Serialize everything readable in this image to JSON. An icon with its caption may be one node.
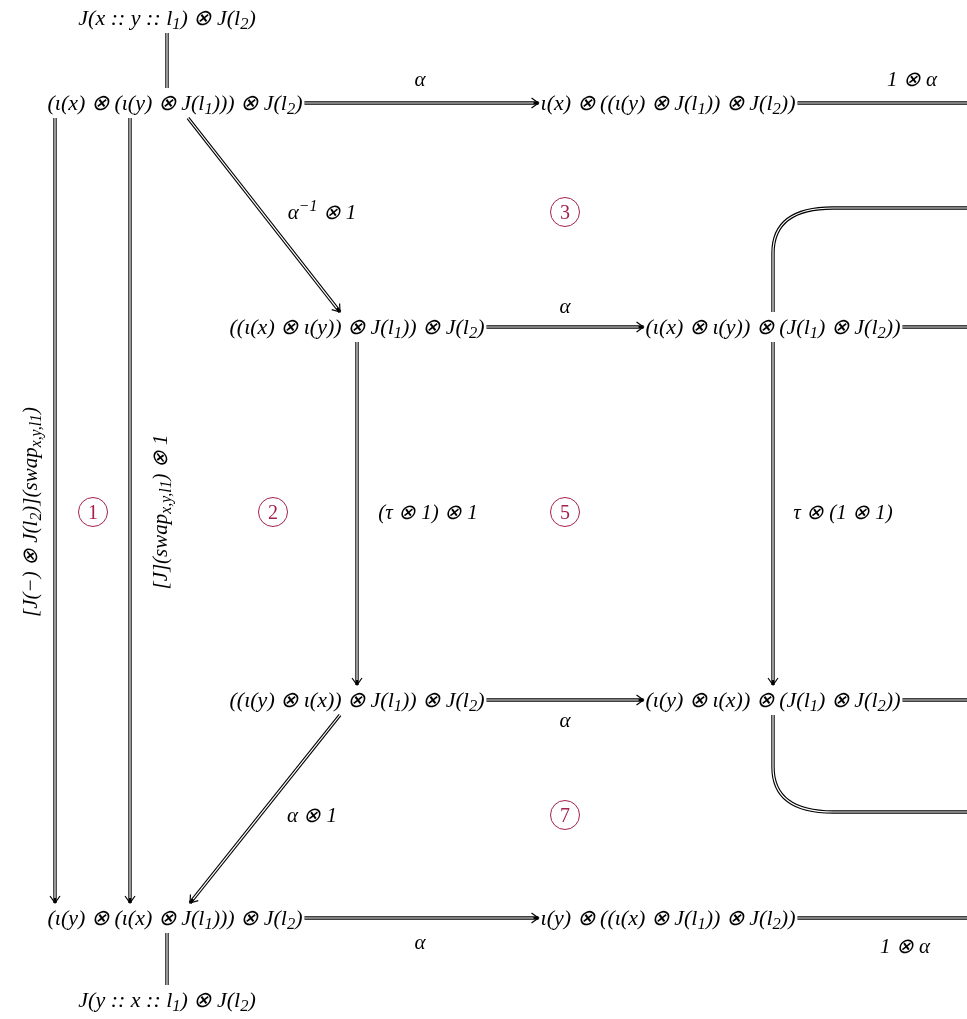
{
  "diagram": {
    "nodes": [
      {
        "text": [
          "J(x :: y :: l$_{1}$) ⊗ J(l$_{2}$)"
        ]
      },
      {
        "text": [
          "(ι(x) ⊗ (ι(y) ⊗ J(l$_{1}$))) ⊗ J(l$_{2}$)"
        ]
      },
      {
        "text": [
          "ι(x) ⊗ ((ι(y) ⊗ J(l$_{1}$)) ⊗ J(l$_{2}$))"
        ]
      },
      {
        "text": [
          "((ι(x) ⊗ ι(y)) ⊗ J(l$_{1}$)) ⊗ J(l$_{2}$)"
        ]
      },
      {
        "text": [
          "(ι(x) ⊗ ι(y)) ⊗ (J(l$_{1}$) ⊗ J(l$_{2}$))"
        ]
      },
      {
        "text": [
          "((ι(y) ⊗ ι(x)) ⊗ J(l$_{1}$)) ⊗ J(l$_{2}$)"
        ]
      },
      {
        "text": [
          "(ι(y) ⊗ ι(x)) ⊗ (J(l$_{1}$) ⊗ J(l$_{2}$))"
        ]
      },
      {
        "text": [
          "(ι(y) ⊗ (ι(x) ⊗ J(l$_{1}$))) ⊗ J(l$_{2}$)"
        ]
      },
      {
        "text": [
          "ι(y) ⊗ ((ι(x) ⊗ J(l$_{1}$)) ⊗ J(l$_{2}$))"
        ]
      },
      {
        "text": [
          "J(y :: x :: l$_{1}$) ⊗ J(l$_{2}$)"
        ]
      }
    ],
    "edges": [
      {
        "from": 0,
        "to": 1,
        "arrow": "none"
      },
      {
        "from": 1,
        "to": 2,
        "arrow": "to",
        "label": "α"
      },
      {
        "from": 2,
        "to": null,
        "arrow": "none",
        "label": "1 ⊗ α"
      },
      {
        "from": 1,
        "to": 3,
        "arrow": "to",
        "label": "α$^{−1}$ ⊗ 1"
      },
      {
        "from": 1,
        "to": 7,
        "arrow": "to",
        "label": "[J(−) ⊗ J(l$_{2}$)](swap$_{x,y,l1}$)"
      },
      {
        "from": 1,
        "to": 7,
        "arrow": "to",
        "label": "[J](swap$_{x,y,l1}$) ⊗ 1"
      },
      {
        "from": 3,
        "to": 4,
        "arrow": "to",
        "label": "α"
      },
      {
        "from": 4,
        "to": null,
        "arrow": "none"
      },
      {
        "from": 4,
        "to": null,
        "arrow": "none"
      },
      {
        "from": 3,
        "to": 5,
        "arrow": "to",
        "label": "(τ ⊗ 1) ⊗ 1"
      },
      {
        "from": 4,
        "to": 6,
        "arrow": "to",
        "label": "τ ⊗ (1 ⊗ 1)"
      },
      {
        "from": 5,
        "to": 6,
        "arrow": "to",
        "label": "α"
      },
      {
        "from": 6,
        "to": null,
        "arrow": "none"
      },
      {
        "from": 6,
        "to": null,
        "arrow": "none"
      },
      {
        "from": 5,
        "to": 7,
        "arrow": "to",
        "label": "α ⊗ 1"
      },
      {
        "from": 7,
        "to": 8,
        "arrow": "to",
        "label": "α"
      },
      {
        "from": 8,
        "to": null,
        "arrow": "none",
        "label": "1 ⊗ α"
      },
      {
        "from": 7,
        "to": 9,
        "arrow": "none"
      }
    ],
    "labels": [
      "1",
      "2",
      "3",
      "5",
      "7"
    ]
  }
}
